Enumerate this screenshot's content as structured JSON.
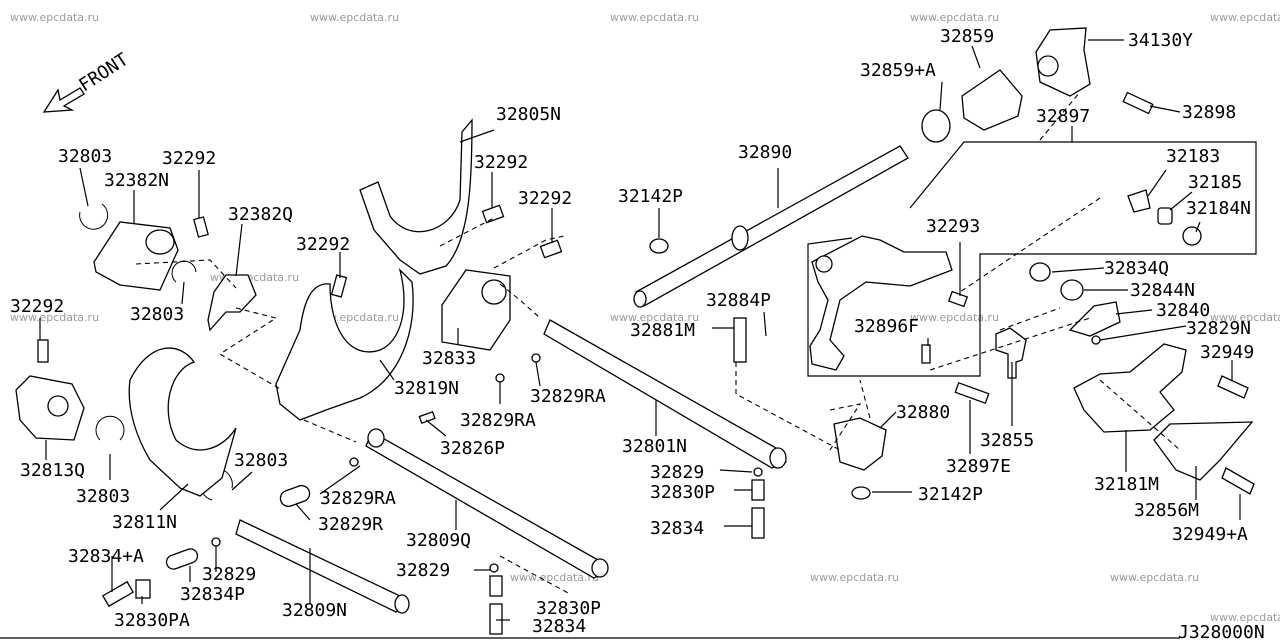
{
  "watermark": "www.epcdata.ru",
  "direction_label": "FRONT",
  "diagram_code": "J328000N",
  "parts": {
    "p32803_a": "32803",
    "p32382N": "32382N",
    "p32292_a": "32292",
    "p32382Q": "32382Q",
    "p32803_b": "32803",
    "p32292_b": "32292",
    "p32813Q": "32813Q",
    "p32803_c": "32803",
    "p32811N": "32811N",
    "p32803_d": "32803",
    "p32834A": "32834+A",
    "p32830PA": "32830PA",
    "p32834P": "32834P",
    "p32829_a": "32829",
    "p32809N": "32809N",
    "p32829R": "32829R",
    "p32829RA_a": "32829RA",
    "p32809Q": "32809Q",
    "p32829_b": "32829",
    "p32830P_a": "32830P",
    "p32834_a": "32834",
    "p32826P": "32826P",
    "p32829RA_b": "32829RA",
    "p32829RA_c": "32829RA",
    "p32805N": "32805N",
    "p32292_c": "32292",
    "p32292_d": "32292",
    "p32292_e": "32292",
    "p32833": "32833",
    "p32819N": "32819N",
    "p32801N": "32801N",
    "p32829_c": "32829",
    "p32830P_b": "32830P",
    "p32834_b": "32834",
    "p32142P_a": "32142P",
    "p32890": "32890",
    "p32884P": "32884P",
    "p32881M": "32881M",
    "p32880": "32880",
    "p32142P_b": "32142P",
    "p32859": "32859",
    "p32859A": "32859+A",
    "p34130Y": "34130Y",
    "p32898": "32898",
    "p32897": "32897",
    "p32183": "32183",
    "p32185": "32185",
    "p32184N": "32184N",
    "p32293": "32293",
    "p32834Q": "32834Q",
    "p32844N": "32844N",
    "p32840": "32840",
    "p32829N": "32829N",
    "p32896F": "32896F",
    "p32949": "32949",
    "p32855": "32855",
    "p32897E": "32897E",
    "p32181M": "32181M",
    "p32856M": "32856M",
    "p32949A": "32949+A"
  }
}
